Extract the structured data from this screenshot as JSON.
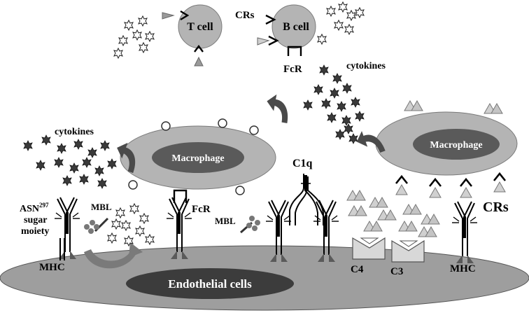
{
  "labels": {
    "t_cell": "T cell",
    "b_cell": "B cell",
    "crs_top": "CRs",
    "fcr_top": "FcR",
    "cytokines_right": "cytokines",
    "cytokines_left": "cytokines",
    "macrophage_left": "Macrophage",
    "macrophage_right": "Macrophage",
    "c1q": "C1q",
    "asn": "ASN",
    "asn_sup": "297",
    "sugar": "sugar",
    "moiety": "moiety",
    "mbl_left": "MBL",
    "mbl_center": "MBL",
    "fcr_mid": "FcR",
    "crs_right": "CRs",
    "mhc_left": "MHC",
    "mhc_right": "MHC",
    "c4": "C4",
    "c3": "C3",
    "endothelial": "Endothelial cells"
  },
  "colors": {
    "cell_fill": "#b4b4b4",
    "cell_stroke": "#7a7a7a",
    "nucleus_fill": "#5a5a5a",
    "endothelium_fill": "#9e9e9e",
    "triangle_fill": "#cdcdcd",
    "arrow_fill": "#4a4a4a",
    "cytokine_fill": "#3a3a3a"
  }
}
